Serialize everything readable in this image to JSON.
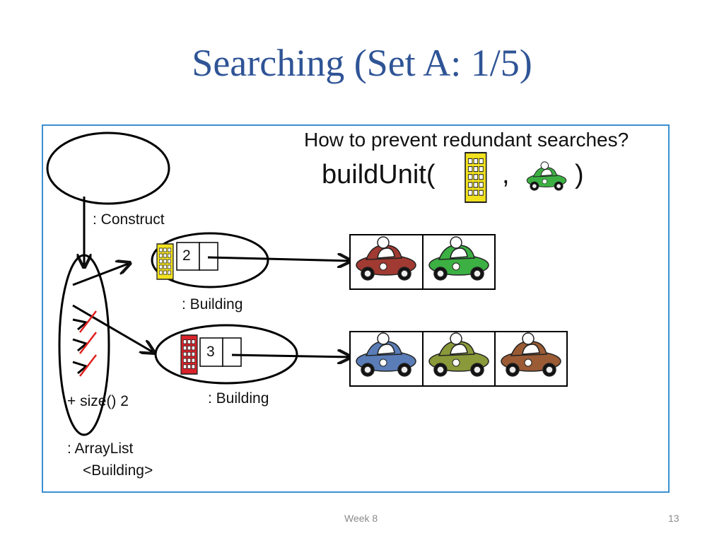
{
  "slide": {
    "title": "Searching (Set A: 1/5)",
    "question": "How to prevent redundant searches?",
    "call_prefix": "buildUnit(",
    "call_comma": ",",
    "call_suffix": ")",
    "construct_label": ": Construct",
    "building1_label": ": Building",
    "building1_count": "2",
    "building2_label": ": Building",
    "building2_count": "3",
    "size_label": "+ size() 2",
    "arraylist_label_line1": ": ArrayList",
    "arraylist_label_line2": "<Building>",
    "footer_week": "Week 8",
    "footer_page": "13"
  },
  "colors": {
    "title": "#2F5496",
    "frame": "#3B8FD1",
    "building_yellow": "#F2E21E",
    "building_red": "#D9222A",
    "cross_red": "#E0201E"
  },
  "car_colors": {
    "call_car": "#3CB043",
    "row1": [
      "#A13A32",
      "#3CB043"
    ],
    "row2": [
      "#5A7DB8",
      "#8A9A3A",
      "#9A5B35"
    ]
  }
}
